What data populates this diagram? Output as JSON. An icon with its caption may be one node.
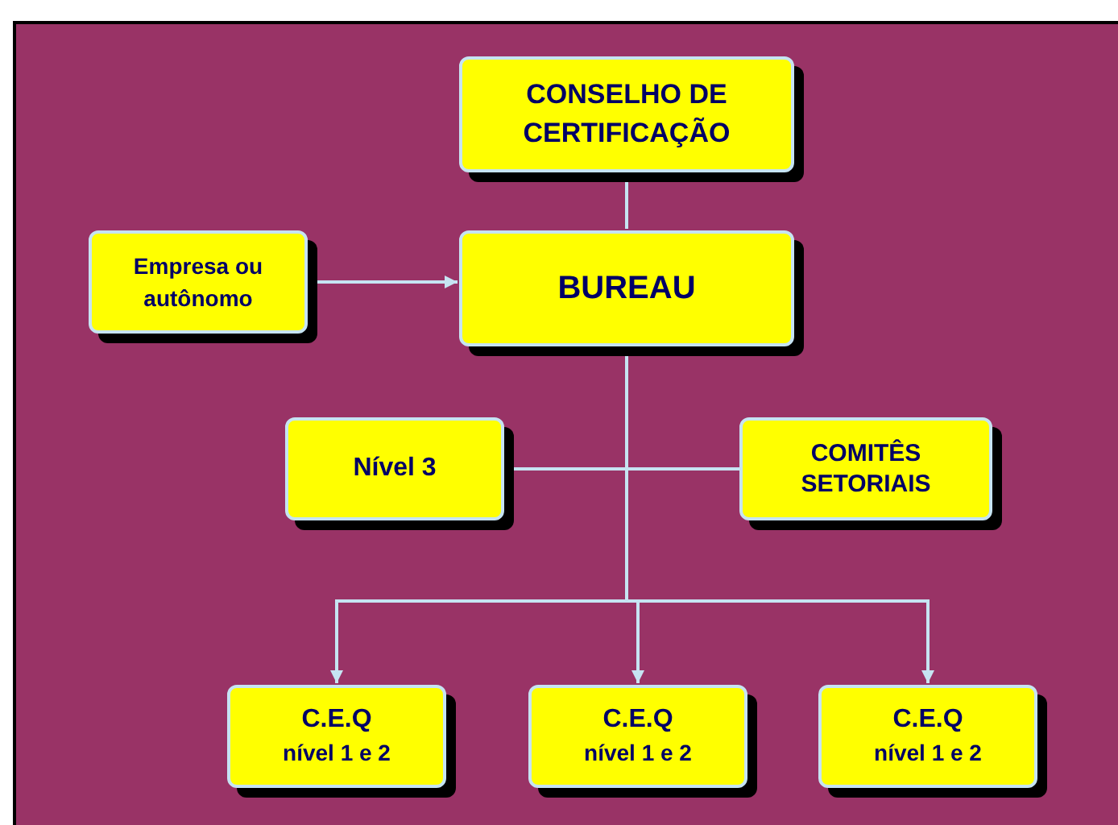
{
  "diagram": {
    "nodes": [
      {
        "text": [
          "CONSELHO DE CERTIFICAÇÃO"
        ]
      },
      {
        "text": [
          "Empresa ou autônomo"
        ]
      },
      {
        "text": [
          "BUREAU"
        ]
      },
      {
        "text": [
          "Nível 3"
        ]
      },
      {
        "text": [
          "COMITÊS SETORIAIS"
        ]
      },
      {
        "text": [
          "C.E.Q",
          "nível 1 e 2"
        ]
      },
      {
        "text": [
          "C.E.Q",
          "nível 1 e 2"
        ]
      },
      {
        "text": [
          "C.E.Q",
          "nível 1 e 2"
        ]
      }
    ],
    "edges": [
      {
        "from": 0,
        "to": 2,
        "arrow": "none"
      },
      {
        "from": 1,
        "to": 2,
        "arrow": "to"
      },
      {
        "from": 2,
        "to": 3,
        "arrow": "none"
      },
      {
        "from": 2,
        "to": 4,
        "arrow": "none"
      },
      {
        "from": 2,
        "to": 5,
        "arrow": "to"
      },
      {
        "from": 2,
        "to": 6,
        "arrow": "to"
      },
      {
        "from": 2,
        "to": 7,
        "arrow": "to"
      }
    ]
  }
}
